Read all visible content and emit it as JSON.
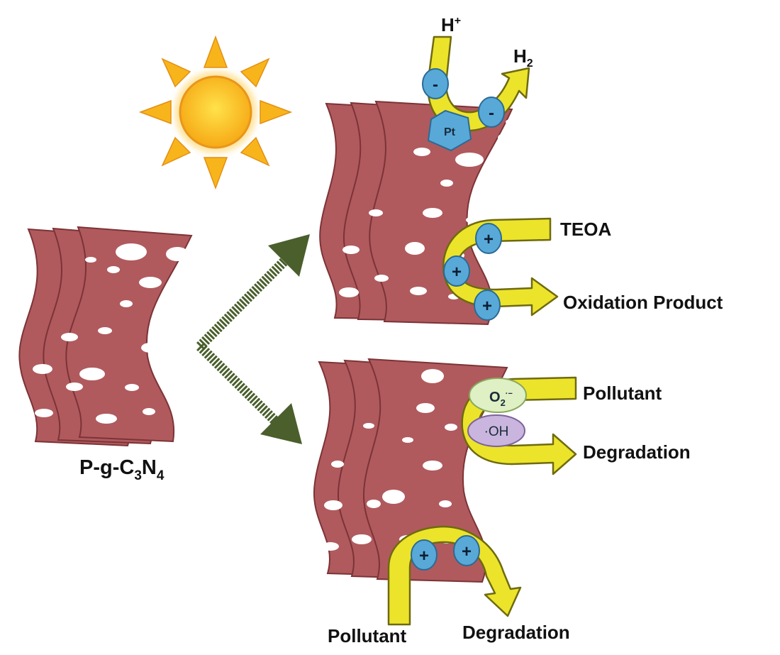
{
  "catalyst_label": {
    "pre": "P-g-C",
    "sub1": "3",
    "mid": "N",
    "sub2": "4"
  },
  "top_panel": {
    "proton": {
      "base": "H",
      "sup": "+"
    },
    "hydrogen": {
      "base": "H",
      "sub": "2"
    },
    "cocatalyst": "Pt",
    "electron_sign": "-",
    "hole_sign": "+",
    "sacrificial_agent": "TEOA",
    "oxidation_product": "Oxidation Product"
  },
  "bottom_panel": {
    "superoxide": {
      "base": "O",
      "sub": "2",
      "sup": "·−"
    },
    "hydroxyl": "·OH",
    "pollutant_right": "Pollutant",
    "degradation_right": "Degradation",
    "hole_sign": "+",
    "pollutant_bottom": "Pollutant",
    "degradation_bottom": "Degradation"
  },
  "colors": {
    "sheet": "#b05a5e",
    "charge": "#58a9d8",
    "arrow": "#ece42a",
    "sun": "#f8c31a",
    "pointer_arrow": "#4a5f2c",
    "superoxide": "#dff0c4",
    "hydroxyl": "#c9b5dd"
  }
}
